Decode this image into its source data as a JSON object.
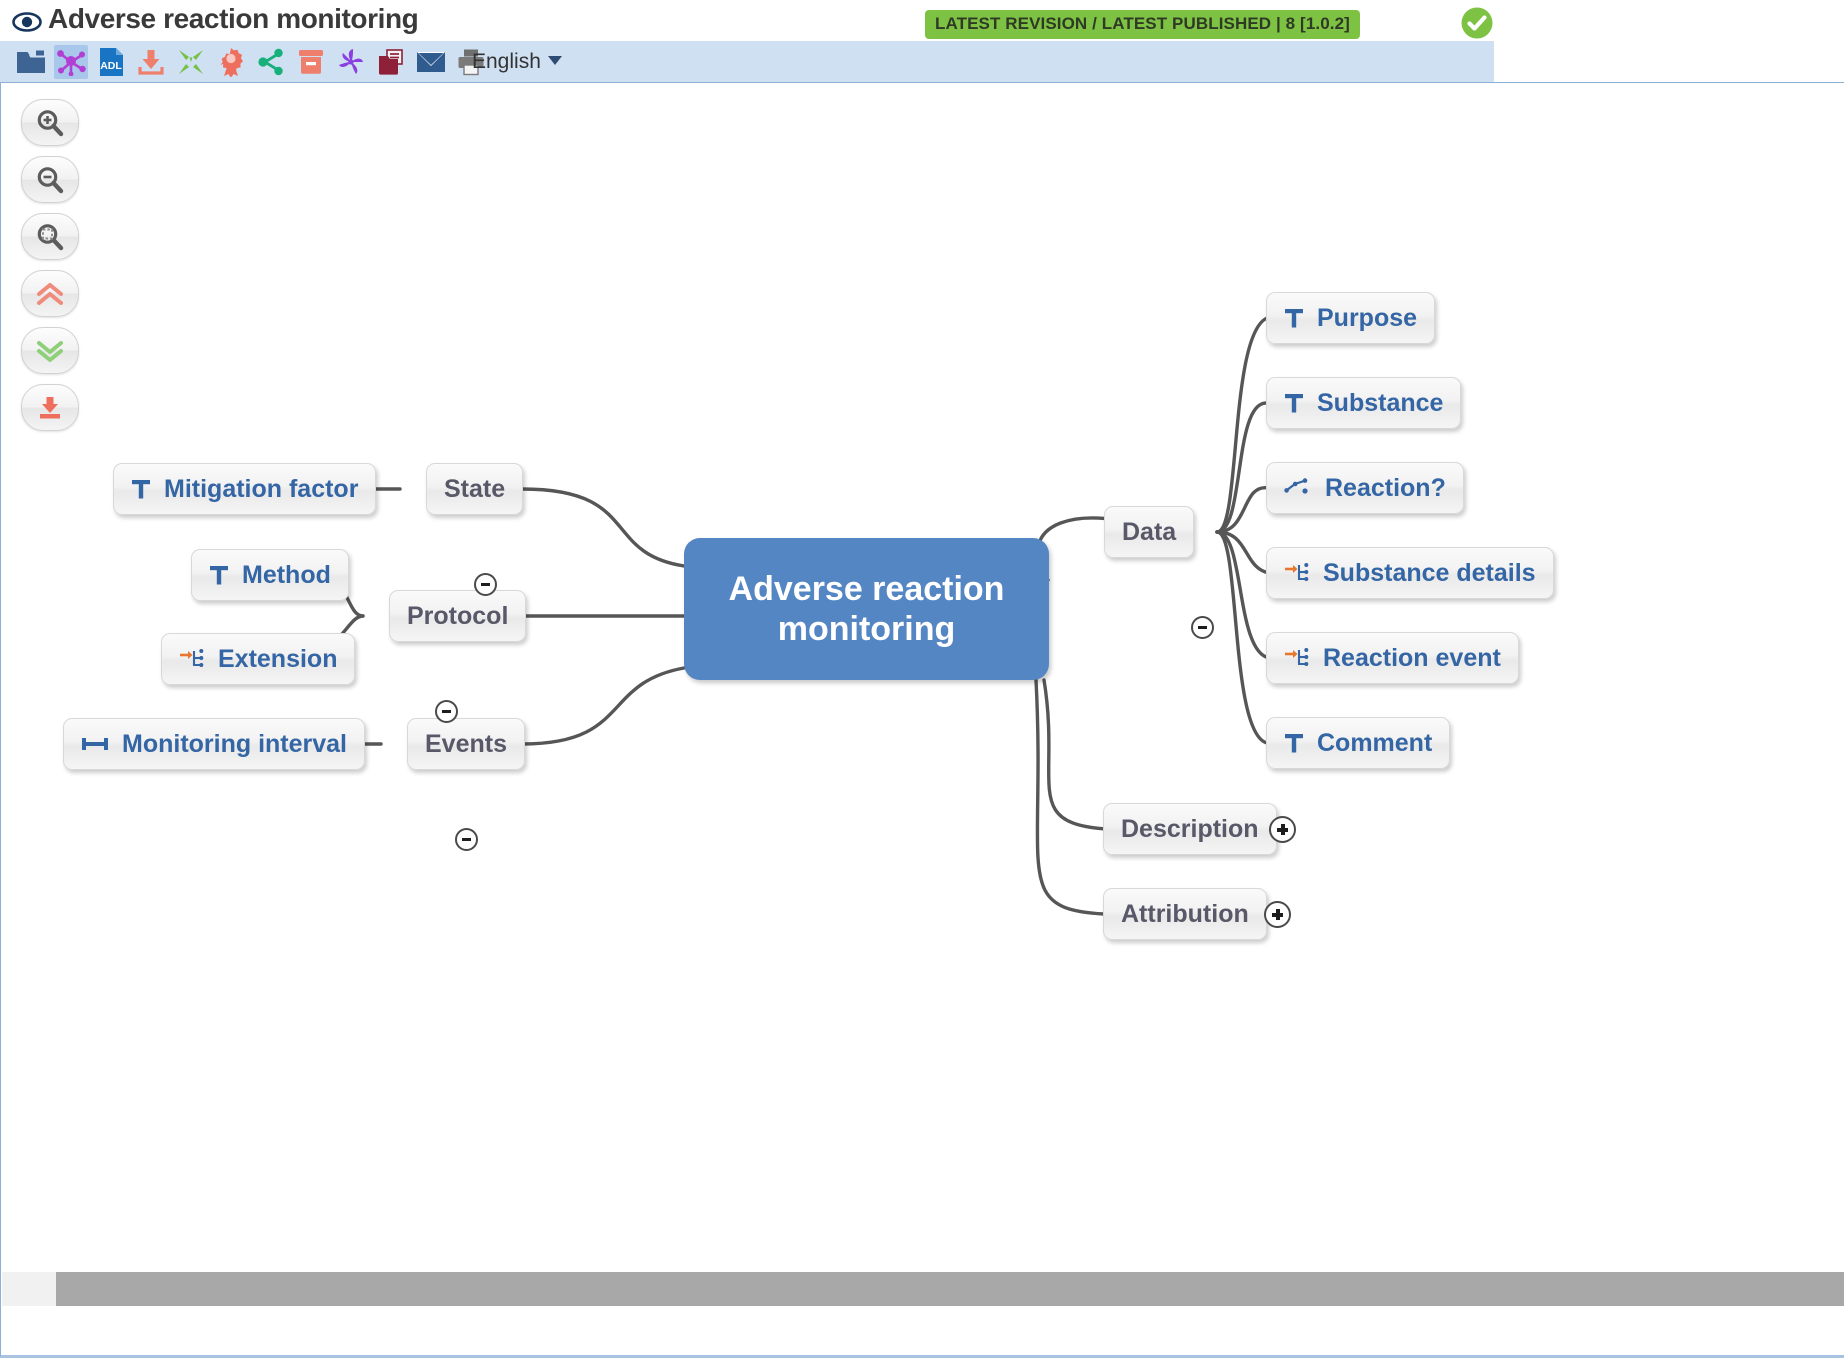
{
  "header": {
    "title": "Adverse reaction monitoring",
    "eye_icon": "eye-icon",
    "revision_badge": "LATEST REVISION / LATEST PUBLISHED | 8 [1.0.2]",
    "revision_badge_color": "#7dc242",
    "check_icon": "green-check-icon"
  },
  "toolbar": {
    "language": "English",
    "buttons": [
      {
        "name": "folder-icon",
        "title": "Folder"
      },
      {
        "name": "mindmap-icon",
        "title": "Mind map"
      },
      {
        "name": "adl-file-icon",
        "title": "ADL"
      },
      {
        "name": "download-icon",
        "title": "Download"
      },
      {
        "name": "collapse-icon",
        "title": "Collapse"
      },
      {
        "name": "award-ribbon-icon",
        "title": "Award"
      },
      {
        "name": "share-icon",
        "title": "Share"
      },
      {
        "name": "archive-box-icon",
        "title": "Archive"
      },
      {
        "name": "revision-swirl-icon",
        "title": "Revisions"
      },
      {
        "name": "document-folder-icon",
        "title": "Documents"
      },
      {
        "name": "mail-icon",
        "title": "Mail"
      },
      {
        "name": "print-icon",
        "title": "Print"
      }
    ]
  },
  "zoom_tools": [
    {
      "name": "zoom-in-icon",
      "title": "Zoom in"
    },
    {
      "name": "zoom-out-icon",
      "title": "Zoom out"
    },
    {
      "name": "zoom-reset-icon",
      "title": "Zoom reset"
    },
    {
      "name": "collapse-all-icon",
      "title": "Collapse all"
    },
    {
      "name": "expand-all-icon",
      "title": "Expand all"
    },
    {
      "name": "save-image-icon",
      "title": "Save image"
    }
  ],
  "mindmap": {
    "center": {
      "label": "Adverse reaction\nmonitoring",
      "color": "#5586c4"
    },
    "branches": [
      {
        "label": "State",
        "style": "grey",
        "side": "left",
        "toggle": "-",
        "children": [
          {
            "label": "Mitigation factor",
            "style": "blue",
            "icon": "text-type-icon"
          }
        ]
      },
      {
        "label": "Protocol",
        "style": "grey",
        "side": "left",
        "toggle": "-",
        "children": [
          {
            "label": "Method",
            "style": "blue",
            "icon": "text-type-icon"
          },
          {
            "label": "Extension",
            "style": "blue",
            "icon": "slot-archetype-icon"
          }
        ]
      },
      {
        "label": "Events",
        "style": "grey",
        "side": "left",
        "toggle": "-",
        "children": [
          {
            "label": "Monitoring interval",
            "style": "blue",
            "icon": "interval-icon"
          }
        ]
      },
      {
        "label": "Data",
        "style": "grey",
        "side": "right",
        "toggle": "-",
        "children": [
          {
            "label": "Purpose",
            "style": "blue",
            "icon": "text-type-icon"
          },
          {
            "label": "Substance",
            "style": "blue",
            "icon": "text-type-icon"
          },
          {
            "label": "Reaction?",
            "style": "blue",
            "icon": "boolean-icon"
          },
          {
            "label": "Substance details",
            "style": "blue",
            "icon": "slot-archetype-icon"
          },
          {
            "label": "Reaction event",
            "style": "blue",
            "icon": "slot-archetype-icon"
          },
          {
            "label": "Comment",
            "style": "blue",
            "icon": "text-type-icon"
          }
        ]
      },
      {
        "label": "Description",
        "style": "grey",
        "side": "right",
        "toggle": "+",
        "children": []
      },
      {
        "label": "Attribution",
        "style": "grey",
        "side": "right",
        "toggle": "+",
        "children": []
      }
    ]
  }
}
